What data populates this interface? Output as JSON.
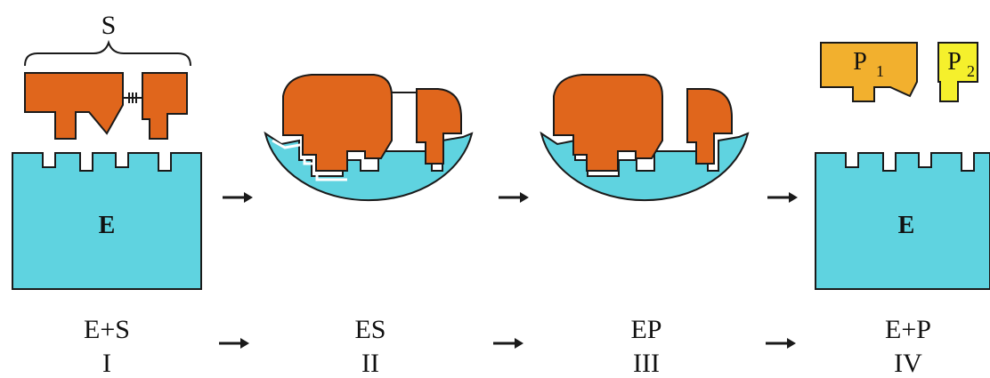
{
  "colors": {
    "enzyme": "#5FD3E0",
    "substrate": "#E0661C",
    "product1": "#F2B02E",
    "product2": "#F5F02C",
    "outline": "#1a1a1a"
  },
  "substrate_label": "S",
  "enzyme_label": "E",
  "products": {
    "p1": {
      "main": "P",
      "index": "1"
    },
    "p2": {
      "main": "P",
      "index": "2"
    }
  },
  "stages": [
    {
      "formula": "E+S",
      "numeral": "I"
    },
    {
      "formula": "ES",
      "numeral": "II"
    },
    {
      "formula": "EP",
      "numeral": "III"
    },
    {
      "formula": "E+P",
      "numeral": "IV"
    }
  ],
  "arrows": [
    "→",
    "→",
    "→"
  ]
}
